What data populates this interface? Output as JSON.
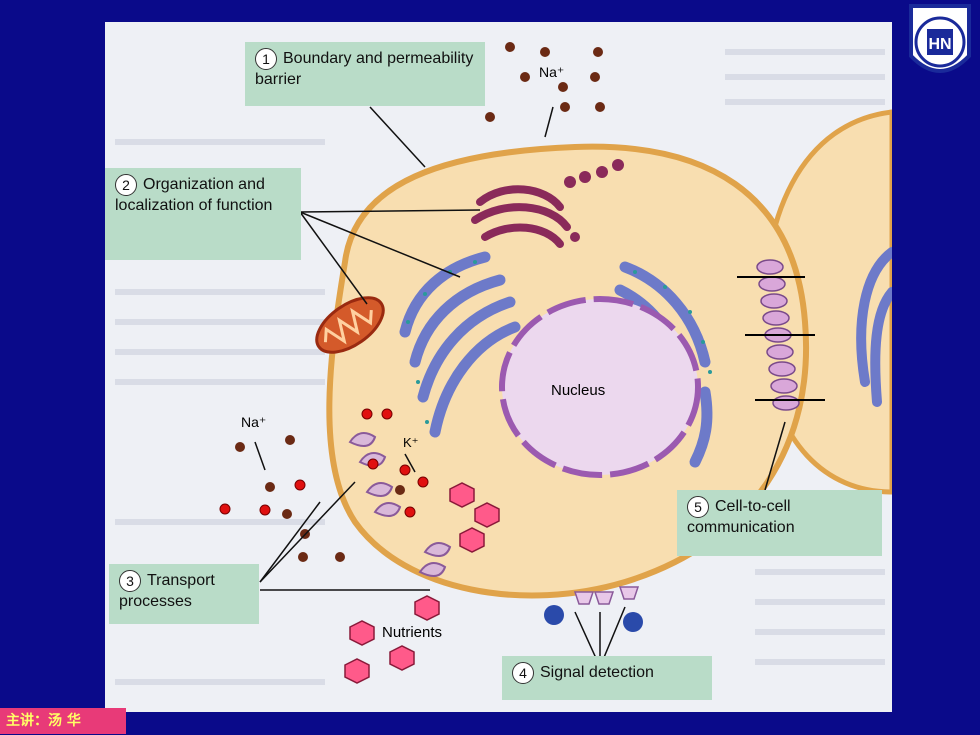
{
  "callouts": {
    "c1": {
      "num": "1",
      "text": "Boundary and permeability barrier"
    },
    "c2": {
      "num": "2",
      "text": "Organization and localization of function"
    },
    "c3": {
      "num": "3",
      "text": "Transport processes"
    },
    "c4": {
      "num": "4",
      "text": "Signal detection"
    },
    "c5": {
      "num": "5",
      "text": "Cell-to-cell communication"
    }
  },
  "labels": {
    "na_top": "Na⁺",
    "na_left": "Na⁺",
    "k": "K⁺",
    "nucleus": "Nucleus",
    "nutrients": "Nutrients"
  },
  "logo": {
    "initials": "HN"
  },
  "footer": {
    "lecturer": "主讲：汤 华"
  },
  "colors": {
    "slide_background": "#0a0a8a",
    "figure_background": "#eef0f5",
    "cell_fill": "#f8deb0",
    "cell_membrane": "#e0a34a",
    "er": "#6d7ac9",
    "golgi": "#8a2a5a",
    "nucleus": "#ecd8ee",
    "sodium_ions": "#6b2a14",
    "potassium_ions": "#e01010",
    "nutrients": "#ff5a8a",
    "callout_box": "#b9dcc8",
    "lecturer_badge": "#e83a78"
  }
}
